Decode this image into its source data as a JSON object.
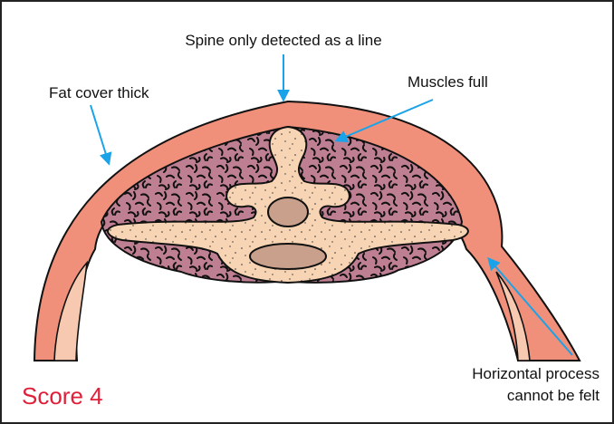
{
  "labels": {
    "spine": "Spine only detected as a line",
    "fat": "Fat cover thick",
    "muscles": "Muscles full",
    "process_line1": "Horizontal process",
    "process_line2": "cannot be felt"
  },
  "score": "Score 4",
  "colors": {
    "border": "#222222",
    "fat": "#f0907a",
    "muscle": "#bf7f92",
    "bone": "#f7d4b3",
    "inner_bone": "#c9a08c",
    "arrow": "#1aa3e8",
    "score": "#e0203a"
  }
}
